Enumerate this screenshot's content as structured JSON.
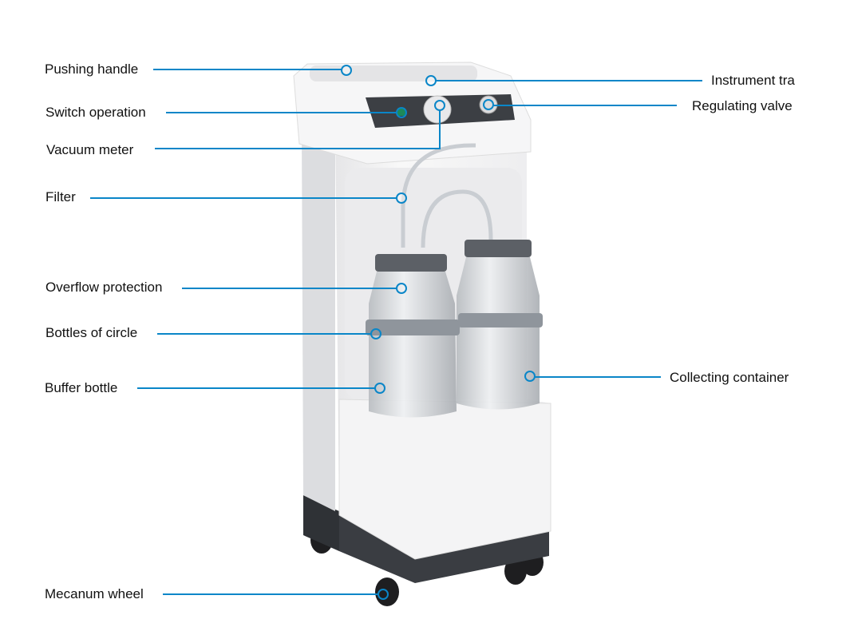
{
  "accent_color": "#0a86c8",
  "labels": {
    "pushing_handle": "Pushing handle",
    "switch_operation": "Switch operation",
    "vacuum_meter": "Vacuum meter",
    "filter": "Filter",
    "overflow_protection": "Overflow protection",
    "bottles_of_circle": "Bottles of circle",
    "buffer_bottle": "Buffer bottle",
    "mecanum_wheel": "Mecanum wheel",
    "instrument_tray": "Instrument tra",
    "regulating_valve": "Regulating valve",
    "collecting_container": "Collecting container"
  }
}
